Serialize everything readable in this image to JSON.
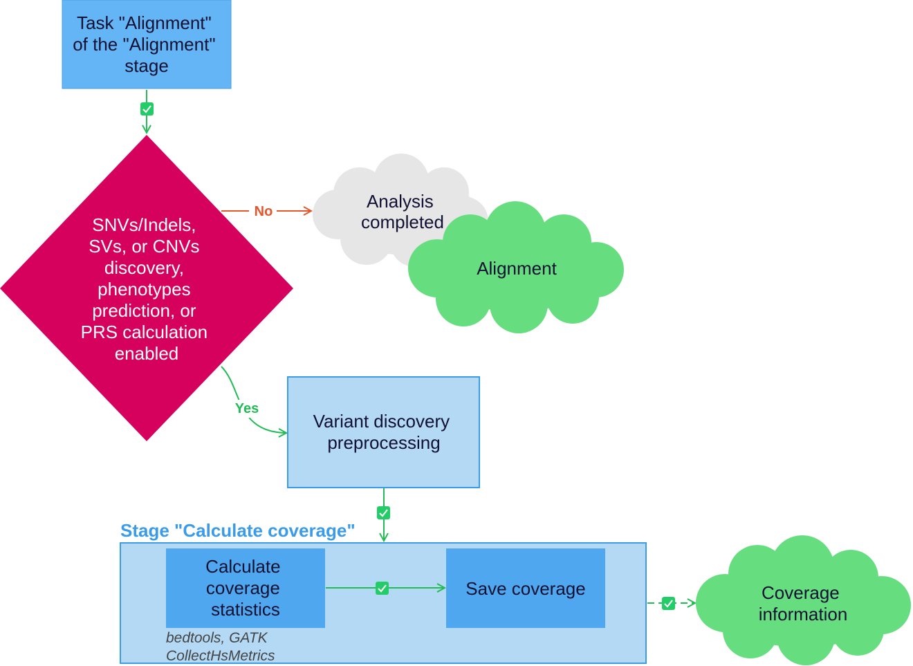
{
  "nodes": {
    "task_alignment": {
      "lines": [
        "Task \"Alignment\"",
        "of the \"Alignment\"",
        "stage"
      ]
    },
    "decision": {
      "lines": [
        "SNVs/Indels,",
        "SVs, or CNVs",
        "discovery,",
        "phenotypes",
        "prediction, or",
        "PRS calculation",
        "enabled"
      ]
    },
    "analysis_completed": {
      "lines": [
        "Analysis",
        "completed"
      ]
    },
    "alignment_output": {
      "lines": [
        "Alignment"
      ]
    },
    "variant_preprocessing": {
      "lines": [
        "Variant discovery",
        "preprocessing"
      ]
    },
    "calc_stats": {
      "lines": [
        "Calculate",
        "coverage",
        "statistics"
      ]
    },
    "save_coverage": {
      "lines": [
        "Save coverage"
      ]
    },
    "coverage_info": {
      "lines": [
        "Coverage",
        "information"
      ]
    }
  },
  "stage": {
    "title": "Stage \"Calculate coverage\"",
    "tools": [
      "bedtools, GATK",
      "CollectHsMetrics"
    ]
  },
  "edges": {
    "no_label": "No",
    "yes_label": "Yes"
  },
  "colors": {
    "task_blue": "#64b5f6",
    "light_blue": "#b3d9f5",
    "mid_blue": "#4fa8ef",
    "decision_pink": "#d6005d",
    "green_cloud": "#66dd7f",
    "grey_cloud": "#e6e6e6",
    "edge_green": "#22bb55",
    "edge_orange": "#e8552a"
  }
}
